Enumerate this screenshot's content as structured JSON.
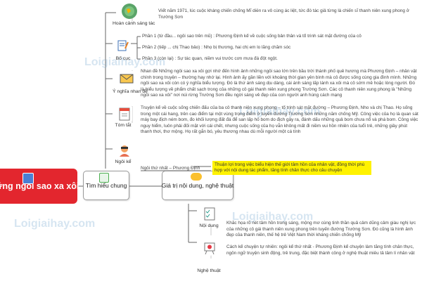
{
  "root": {
    "title": "Những ngôi sao xa xôi"
  },
  "main_nodes": {
    "left": "Tìm hiểu chung",
    "right": "Giá trị nội dung, nghệ thuật"
  },
  "branches": {
    "hoan_canh": {
      "label": "Hoàn cảnh sáng tác",
      "text": "Viết năm 1971, lúc cuộc kháng chiến chống Mĩ diễn ra vô cùng ác liệt, tức đó tác giả từng là chiến sĩ thanh niên xung phong ở Trường Sơn"
    },
    "bo_cuc": {
      "label": "Bố cục",
      "parts": [
        "Phần 1 (từ đầu... ngôi sao trên mũ) : Phương Định kể về cuộc sống bản thân và tổ trinh sát mặt đường của cô",
        "Phần 2 (tiếp ... chị Thao bảo) : Nhọ bị thương, hai chị em lo lắng chăm sóc",
        "Phần 3 (còn lại) : Sự tác quan, niềm vui trước cơn mưa đá đột ngột."
      ]
    },
    "y_nghia": {
      "label": "Ý nghĩa nhan đề",
      "text": "Nhan đề Những ngôi sao xa xôi gợi nhớ đến hình ảnh những ngôi sao lớn trên bầu trời thành phố quê hương mà Phương Định – nhân vật chính trong truyện – thường hay nhớ lại. Hình ảnh ấy gần liền với khoảng thời gian yên bình mà cô được sống cùng gia đình mình. Những ngôi sao xa xôi còn có ý nghĩa biểu tượng. Đó là thứ ánh sáng dịu dàng, cái ánh sáng lấp lánh xa xôi mà cô sớm mê hoặc lòng người. Đó là biểu tượng về phẩm chất sạch trong của những cô gái thanh niên xung phong Trường Sơn. Các cô thanh niên xung phong là \"Những ngôi sao xa xôi\" nơi núi rừng Trường Sơn đều ngời sáng vẻ đẹp của con người anh hùng cách mạng"
    },
    "tom_tat": {
      "label": "Tóm tắt",
      "text": "Truyện kể về cuộc sống chiến đấu của ba cô thanh niên xung phong – tổ trinh sát mặt đường – Phương Định, Nho và chị Thao. Họ sống trong một cái hang, trên cao điểm tại một vùng trọng điểm ở tuyến đường Trường Sơn những năm chống Mỹ. Công việc của họ là quan sát máy bay địch ném bom, đo khối lượng đất đá để san lấp hố bom do địch gây ra, đánh dấu những quả bom chưa nổ và phá bom. Công việc nguy hiểm, luôn phải đối mặt với cái chết, nhưng cuộc sống của họ vẫn không mất đi niềm vui hồn nhiên của tuổi trẻ, những giây phút thanh thơi, thơ mộng. Họ rất gắn bó, yêu thương nhau dù mỗi người một cá tính"
    },
    "ngoi_ke": {
      "label": "Ngôi kể",
      "text": "Ngôi thứ nhất – Phương Định",
      "highlight": "Thuận lợi trong việc biểu hiện thế giới tâm hồn của nhân vật, đồng thời phù hợp với nội dung tác phẩm, tăng tính chân thực cho câu chuyện"
    },
    "noi_dung": {
      "label": "Nội dung",
      "text": "Khắc họa rõ nét tâm hồn trong sáng, mộng mơ cùng tinh thần quả cảm dũng cảm giàu nghị lực của những cô gái thanh niên xung phong trên tuyến đường Trường Sơn. Đó cũng là hình ảnh đẹp của thanh niên, thế hệ trẻ Việt Nam thời kháng chiến chống Mỹ"
    },
    "nghe_thuat": {
      "label": "Nghệ thuật",
      "text": "Cách kể chuyện tự nhiên: ngôi kể thứ nhất - Phương Định kể chuyện làm tăng tính chân thực, ngôn ngữ truyện sinh động, trẻ trung, đặc biệt thành công ở nghệ thuật miêu tả tâm lí nhân vật"
    }
  },
  "watermark": "Loigiaihay.com",
  "colors": {
    "root_bg": "#e3262e",
    "highlight": "#fff200",
    "line": "#555555"
  }
}
